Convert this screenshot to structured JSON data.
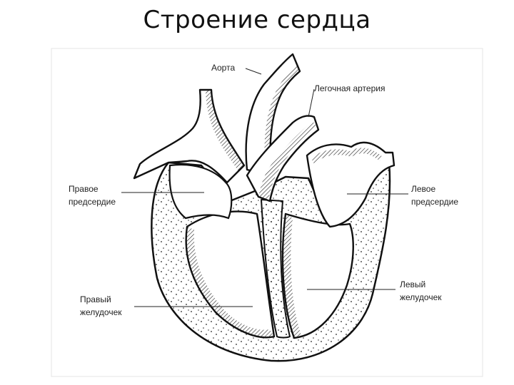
{
  "slide": {
    "title": "Строение сердца"
  },
  "labels": {
    "aorta": "Аорта",
    "pulmonary_artery": "Легочная артерия",
    "right_atrium": [
      "Правое",
      "предсердие"
    ],
    "left_atrium": [
      "Левое",
      "предсердие"
    ],
    "right_ventricle": [
      "Правый",
      "желудочек"
    ],
    "left_ventricle": [
      "Левый",
      "желудочек"
    ]
  },
  "colors": {
    "ink": "#111111",
    "background": "#ffffff"
  }
}
